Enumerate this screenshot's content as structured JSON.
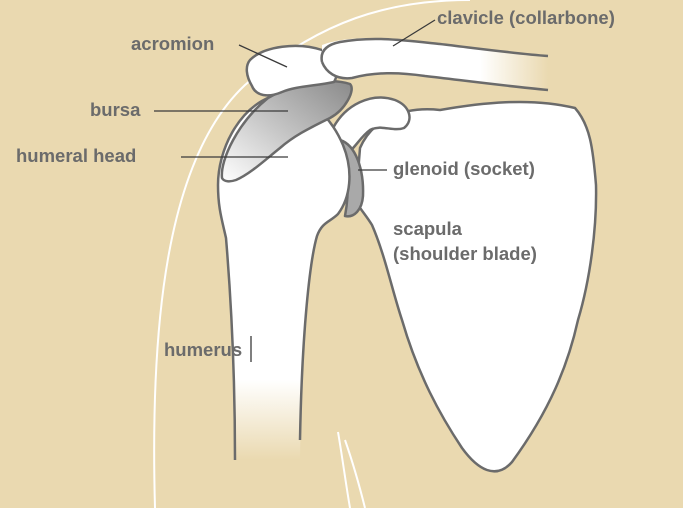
{
  "labels": {
    "clavicle": "clavicle (collarbone)",
    "acromion": "acromion",
    "bursa": "bursa",
    "humeral_head": "humeral head",
    "glenoid": "glenoid (socket)",
    "scapula_line1": "scapula",
    "scapula_line2": "(shoulder blade)",
    "humerus": "humerus"
  },
  "colors": {
    "background": "#ead9b0",
    "bone_fill": "#ffffff",
    "bone_outline": "#6b6b6b",
    "bursa_fill": "#8f8f8f",
    "label_text": "#6b6b6b"
  }
}
